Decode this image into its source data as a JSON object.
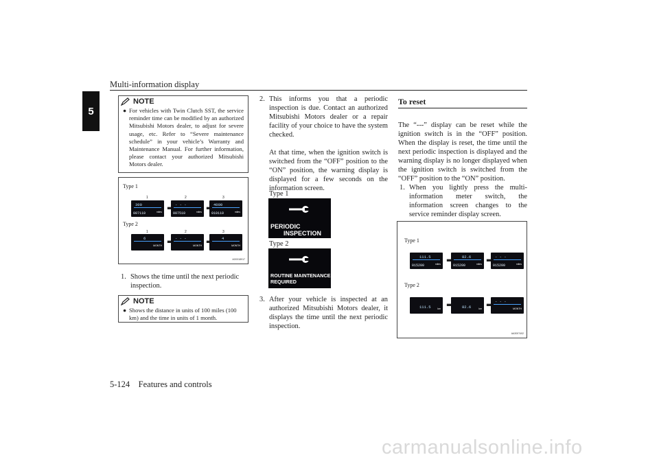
{
  "header": {
    "title": "Multi-information display"
  },
  "side_tab": {
    "label": "5"
  },
  "footer": {
    "text": "5-124    Features and controls"
  },
  "col1": {
    "note1": {
      "heading": "NOTE",
      "bullet": "For vehicles with Twin Clutch SST, the service reminder time can be modified by an authorized Mitsubishi Motors dealer, to adjust for severe usage, etc. Refer to “Severe maintenance schedule” in your vehicle’s Warranty and Maintenance Manual. For further information, please contact your authorized Mitsubishi Motors dealer."
    },
    "figure": {
      "type1_label": "Type 1",
      "type2_label": "Type 2",
      "step_nums": [
        "1",
        "2",
        "3"
      ],
      "type1_screens": [
        {
          "value": "300",
          "odo": "007110",
          "unit": "miles"
        },
        {
          "value": "- - -",
          "odo": "007510",
          "unit": "miles"
        },
        {
          "value": "4000",
          "odo": "010110",
          "unit": "miles"
        }
      ],
      "type2_screens": [
        {
          "value": "6",
          "odo": "",
          "unit": "MONTH"
        },
        {
          "value": "- - -",
          "odo": "",
          "unit": "MONTH"
        },
        {
          "value": "4",
          "odo": "",
          "unit": "MONTH"
        }
      ],
      "code": "AG0018917"
    },
    "step1": {
      "num": "1.",
      "text": "Shows the time until the next periodic inspection."
    },
    "note2": {
      "heading": "NOTE",
      "bullet": "Shows the distance in units of 100 miles (100 km) and the time in units of 1 month."
    }
  },
  "col2": {
    "step2": {
      "num": "2.",
      "text": "This informs you that a periodic inspection is due. Contact an authorized Mitsubishi Motors dealer or a repair facility of your choice to have the system checked.",
      "text2": "At that time, when the ignition switch is switched from the “OFF” position to the “ON” position, the warning display is displayed for a few seconds on the information screen."
    },
    "type1_label": "Type 1",
    "type1_panel": {
      "line1": "PERIODIC",
      "line2": "INSPECTION"
    },
    "type2_label": "Type 2",
    "type2_panel": {
      "line1": "ROUTINE MAINTENANCE",
      "line2": "REQUIRED"
    },
    "step3": {
      "num": "3.",
      "text": "After your vehicle is inspected at an authorized Mitsubishi Motors dealer, it displays the time until the next periodic inspection."
    }
  },
  "col3": {
    "section_title": "To reset",
    "para": "The “---” display can be reset while the ignition switch is in the “OFF” position. When the display is reset, the time until the next periodic inspection is displayed and the warning display is no longer displayed when the ignition switch is switched from the “OFF” position to the “ON” position.",
    "step1": {
      "num": "1.",
      "text": "When you lightly press the multi-information meter switch, the information screen changes to the service reminder display screen."
    },
    "figure": {
      "type1_label": "Type 1",
      "type2_label": "Type 2",
      "type1_screens": [
        {
          "value": "111.5",
          "odo": "015200",
          "unit": "miles"
        },
        {
          "value": "82.6",
          "odo": "015200",
          "unit": "miles"
        },
        {
          "value": "- - -",
          "odo": "015200",
          "unit": "miles"
        }
      ],
      "type2_screens": [
        {
          "value": "111.5",
          "odo": "",
          "unit": "km"
        },
        {
          "value": "82.6",
          "odo": "",
          "unit": "km"
        },
        {
          "value": "- - -",
          "odo": "",
          "unit": "MONTH"
        }
      ],
      "code": "AA3007402"
    }
  },
  "watermark": "carmanualsonline.info"
}
